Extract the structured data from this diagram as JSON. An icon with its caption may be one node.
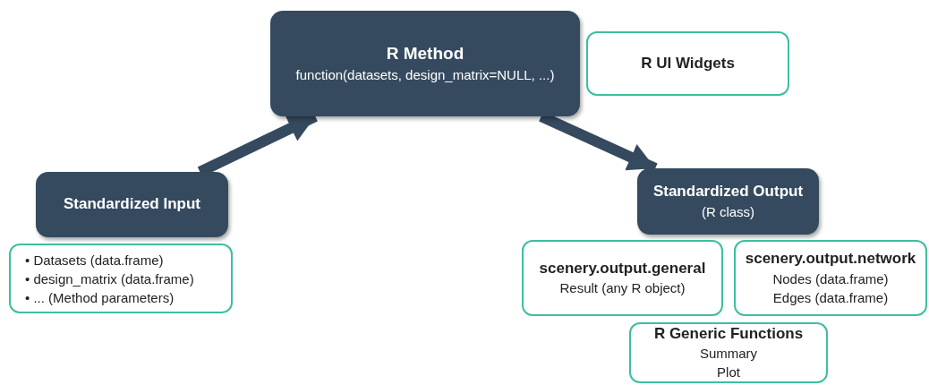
{
  "diagram": {
    "nodes": [
      {
        "text": [
          "Standardized Input"
        ]
      },
      {
        "text": [
          "• Datasets (data.frame)",
          "• design_matrix (data.frame)",
          "• ... (Method parameters)"
        ]
      },
      {
        "text": [
          "R Method",
          "function(datasets, design_matrix=NULL, ...)"
        ]
      },
      {
        "text": [
          "R UI Widgets"
        ]
      },
      {
        "text": [
          "Standardized Output",
          "(R class)"
        ]
      },
      {
        "text": [
          "scenery.output.general",
          "Result (any R object)"
        ]
      },
      {
        "text": [
          "scenery.output.network",
          "Nodes (data.frame)",
          "Edges (data.frame)"
        ]
      },
      {
        "text": [
          "R Generic Functions",
          "Summary",
          "Plot"
        ]
      }
    ],
    "edges": [
      {
        "from": 0,
        "to": 2,
        "arrow": "to"
      },
      {
        "from": 2,
        "to": 4,
        "arrow": "to"
      }
    ]
  }
}
